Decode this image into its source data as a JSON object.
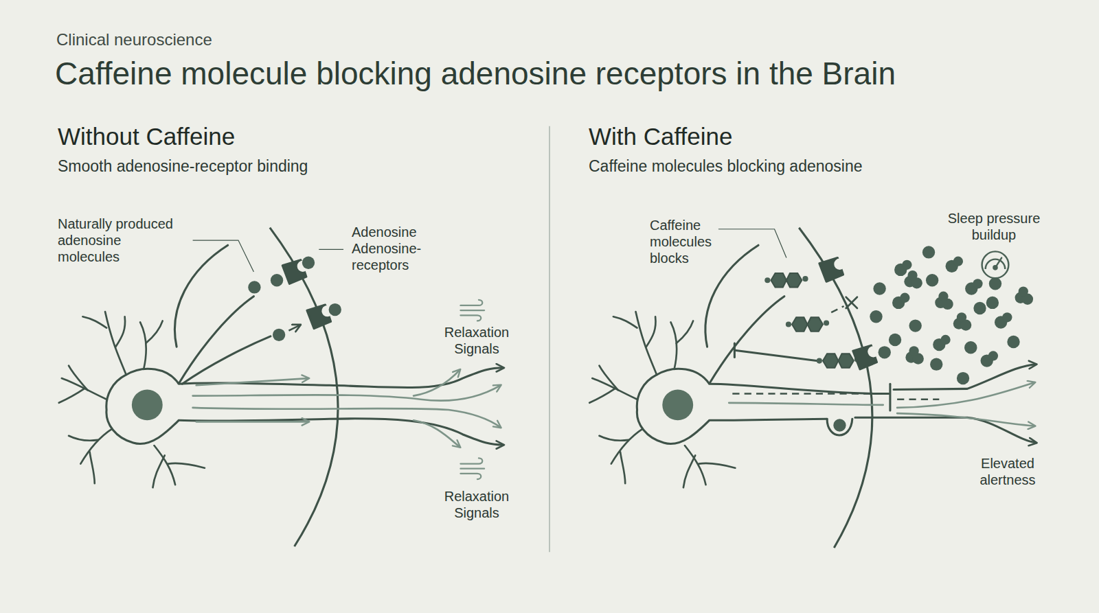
{
  "diagram": {
    "title": "Caffeine molecule blocking adenosine receptors in the Brain",
    "labels": [
      "Clinical neuroscience",
      "Without Caffeine",
      "Smooth adenosine-receptor binding",
      "With Caffeine",
      "Caffeine molecules blocking adenosine",
      "Naturally produced adenosine molecules",
      "Adenosine Adenosine- receptors",
      "Relaxation Signals",
      "Relaxation Signals",
      "Caffeine molecules blocks",
      "Sleep pressure buildup",
      "Elevated alertness"
    ]
  }
}
